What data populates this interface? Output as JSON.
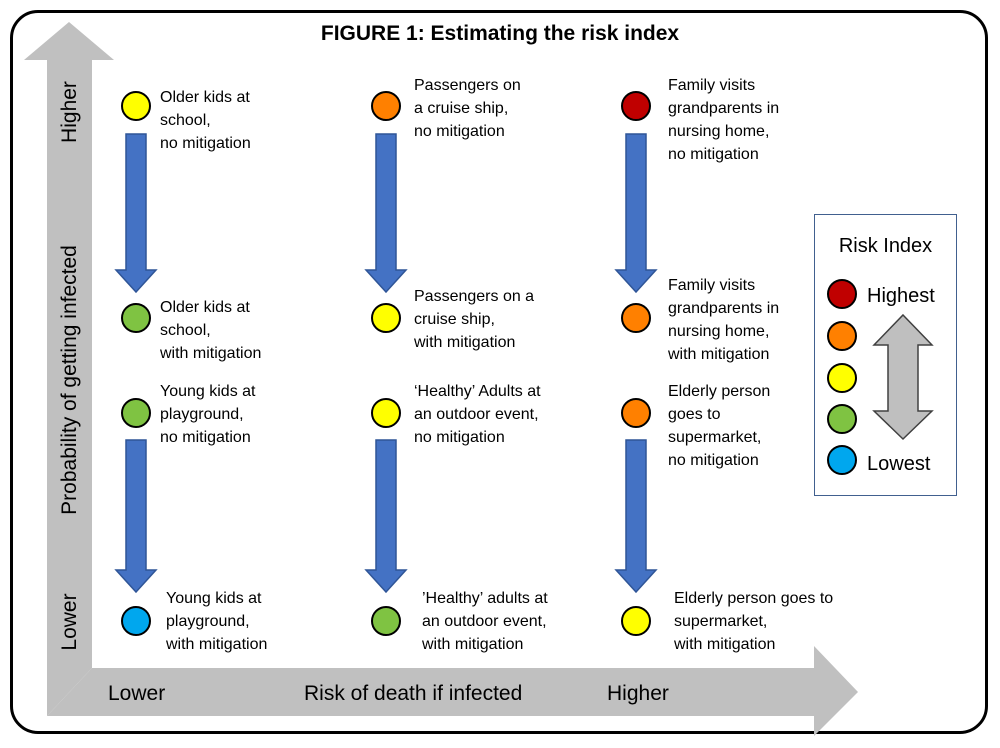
{
  "title": "FIGURE 1: Estimating the risk index",
  "y_axis": {
    "label": "Probability of getting infected",
    "low": "Lower",
    "high": "Higher"
  },
  "x_axis": {
    "label": "Risk of death if infected",
    "low": "Lower",
    "high": "Higher"
  },
  "colors": {
    "red": "#c00000",
    "orange": "#ff8000",
    "yellow": "#ffff00",
    "green": "#7fc342",
    "blue": "#00a7ee",
    "arrow_blue": "#4472c4",
    "axis_grey": "#c0c0c0",
    "legend_grey": "#bfbfbf"
  },
  "cells": {
    "c1_top": {
      "line1": "Older kids at",
      "line2": "school,",
      "line3": "no mitigation",
      "color": "yellow"
    },
    "c1_mid": {
      "line1": "Older kids at",
      "line2": "school,",
      "line3": "with mitigation",
      "color": "green"
    },
    "c1_low": {
      "line1": "Young kids at",
      "line2": "playground,",
      "line3": "no mitigation",
      "color": "green"
    },
    "c1_bot": {
      "line1": "Young kids at",
      "line2": "playground,",
      "line3": "with mitigation",
      "color": "blue"
    },
    "c2_top": {
      "line1": "Passengers on",
      "line2": "a cruise ship,",
      "line3": "no mitigation",
      "color": "orange"
    },
    "c2_mid": {
      "line1": "Passengers on a",
      "line2": "cruise ship,",
      "line3": "with mitigation",
      "color": "yellow"
    },
    "c2_low": {
      "line1": "‘Healthy’ Adults at",
      "line2": "an outdoor event,",
      "line3": "no mitigation",
      "color": "yellow"
    },
    "c2_bot": {
      "line1": "’Healthy’ adults at",
      "line2": "an outdoor event,",
      "line3": "with mitigation",
      "color": "green"
    },
    "c3_top": {
      "line1": "Family visits",
      "line2": "grandparents in",
      "line3": "nursing home,",
      "line4": "no mitigation",
      "color": "red"
    },
    "c3_mid": {
      "line1": "Family visits",
      "line2": "grandparents in",
      "line3": "nursing home,",
      "line4": "with mitigation",
      "color": "orange"
    },
    "c3_low": {
      "line1": "Elderly person",
      "line2": "goes to",
      "line3": "supermarket,",
      "line4": "no mitigation",
      "color": "orange"
    },
    "c3_bot": {
      "line1": "Elderly person goes to",
      "line2": "supermarket,",
      "line3": "with mitigation",
      "color": "yellow"
    }
  },
  "legend": {
    "title": "Risk Index",
    "highest": "Highest",
    "lowest": "Lowest",
    "scale": [
      "red",
      "orange",
      "yellow",
      "green",
      "blue"
    ]
  }
}
